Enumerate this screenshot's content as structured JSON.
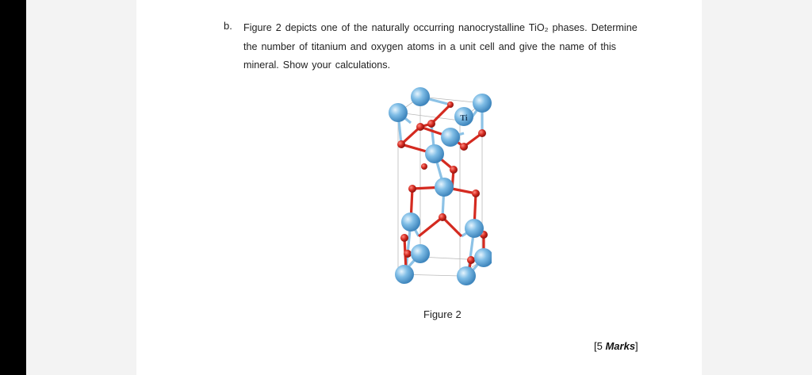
{
  "question": {
    "label": "b.",
    "lines": [
      "Figure 2 depicts one of the naturally occurring nanocrystalline TiO₂ phases. Determine",
      "the number of titanium and oxygen atoms in a unit cell and give the name of this",
      "mineral. Show your calculations."
    ]
  },
  "figure": {
    "atom_label": "Ti",
    "caption": "Figure 2",
    "ti_color": "#6fb3df",
    "o_color": "#d42a20",
    "bond_blue": "#8cc2e6",
    "bond_red": "#d42a20"
  },
  "marks": {
    "open": "[5 ",
    "bold": "Marks",
    "close": "]"
  }
}
